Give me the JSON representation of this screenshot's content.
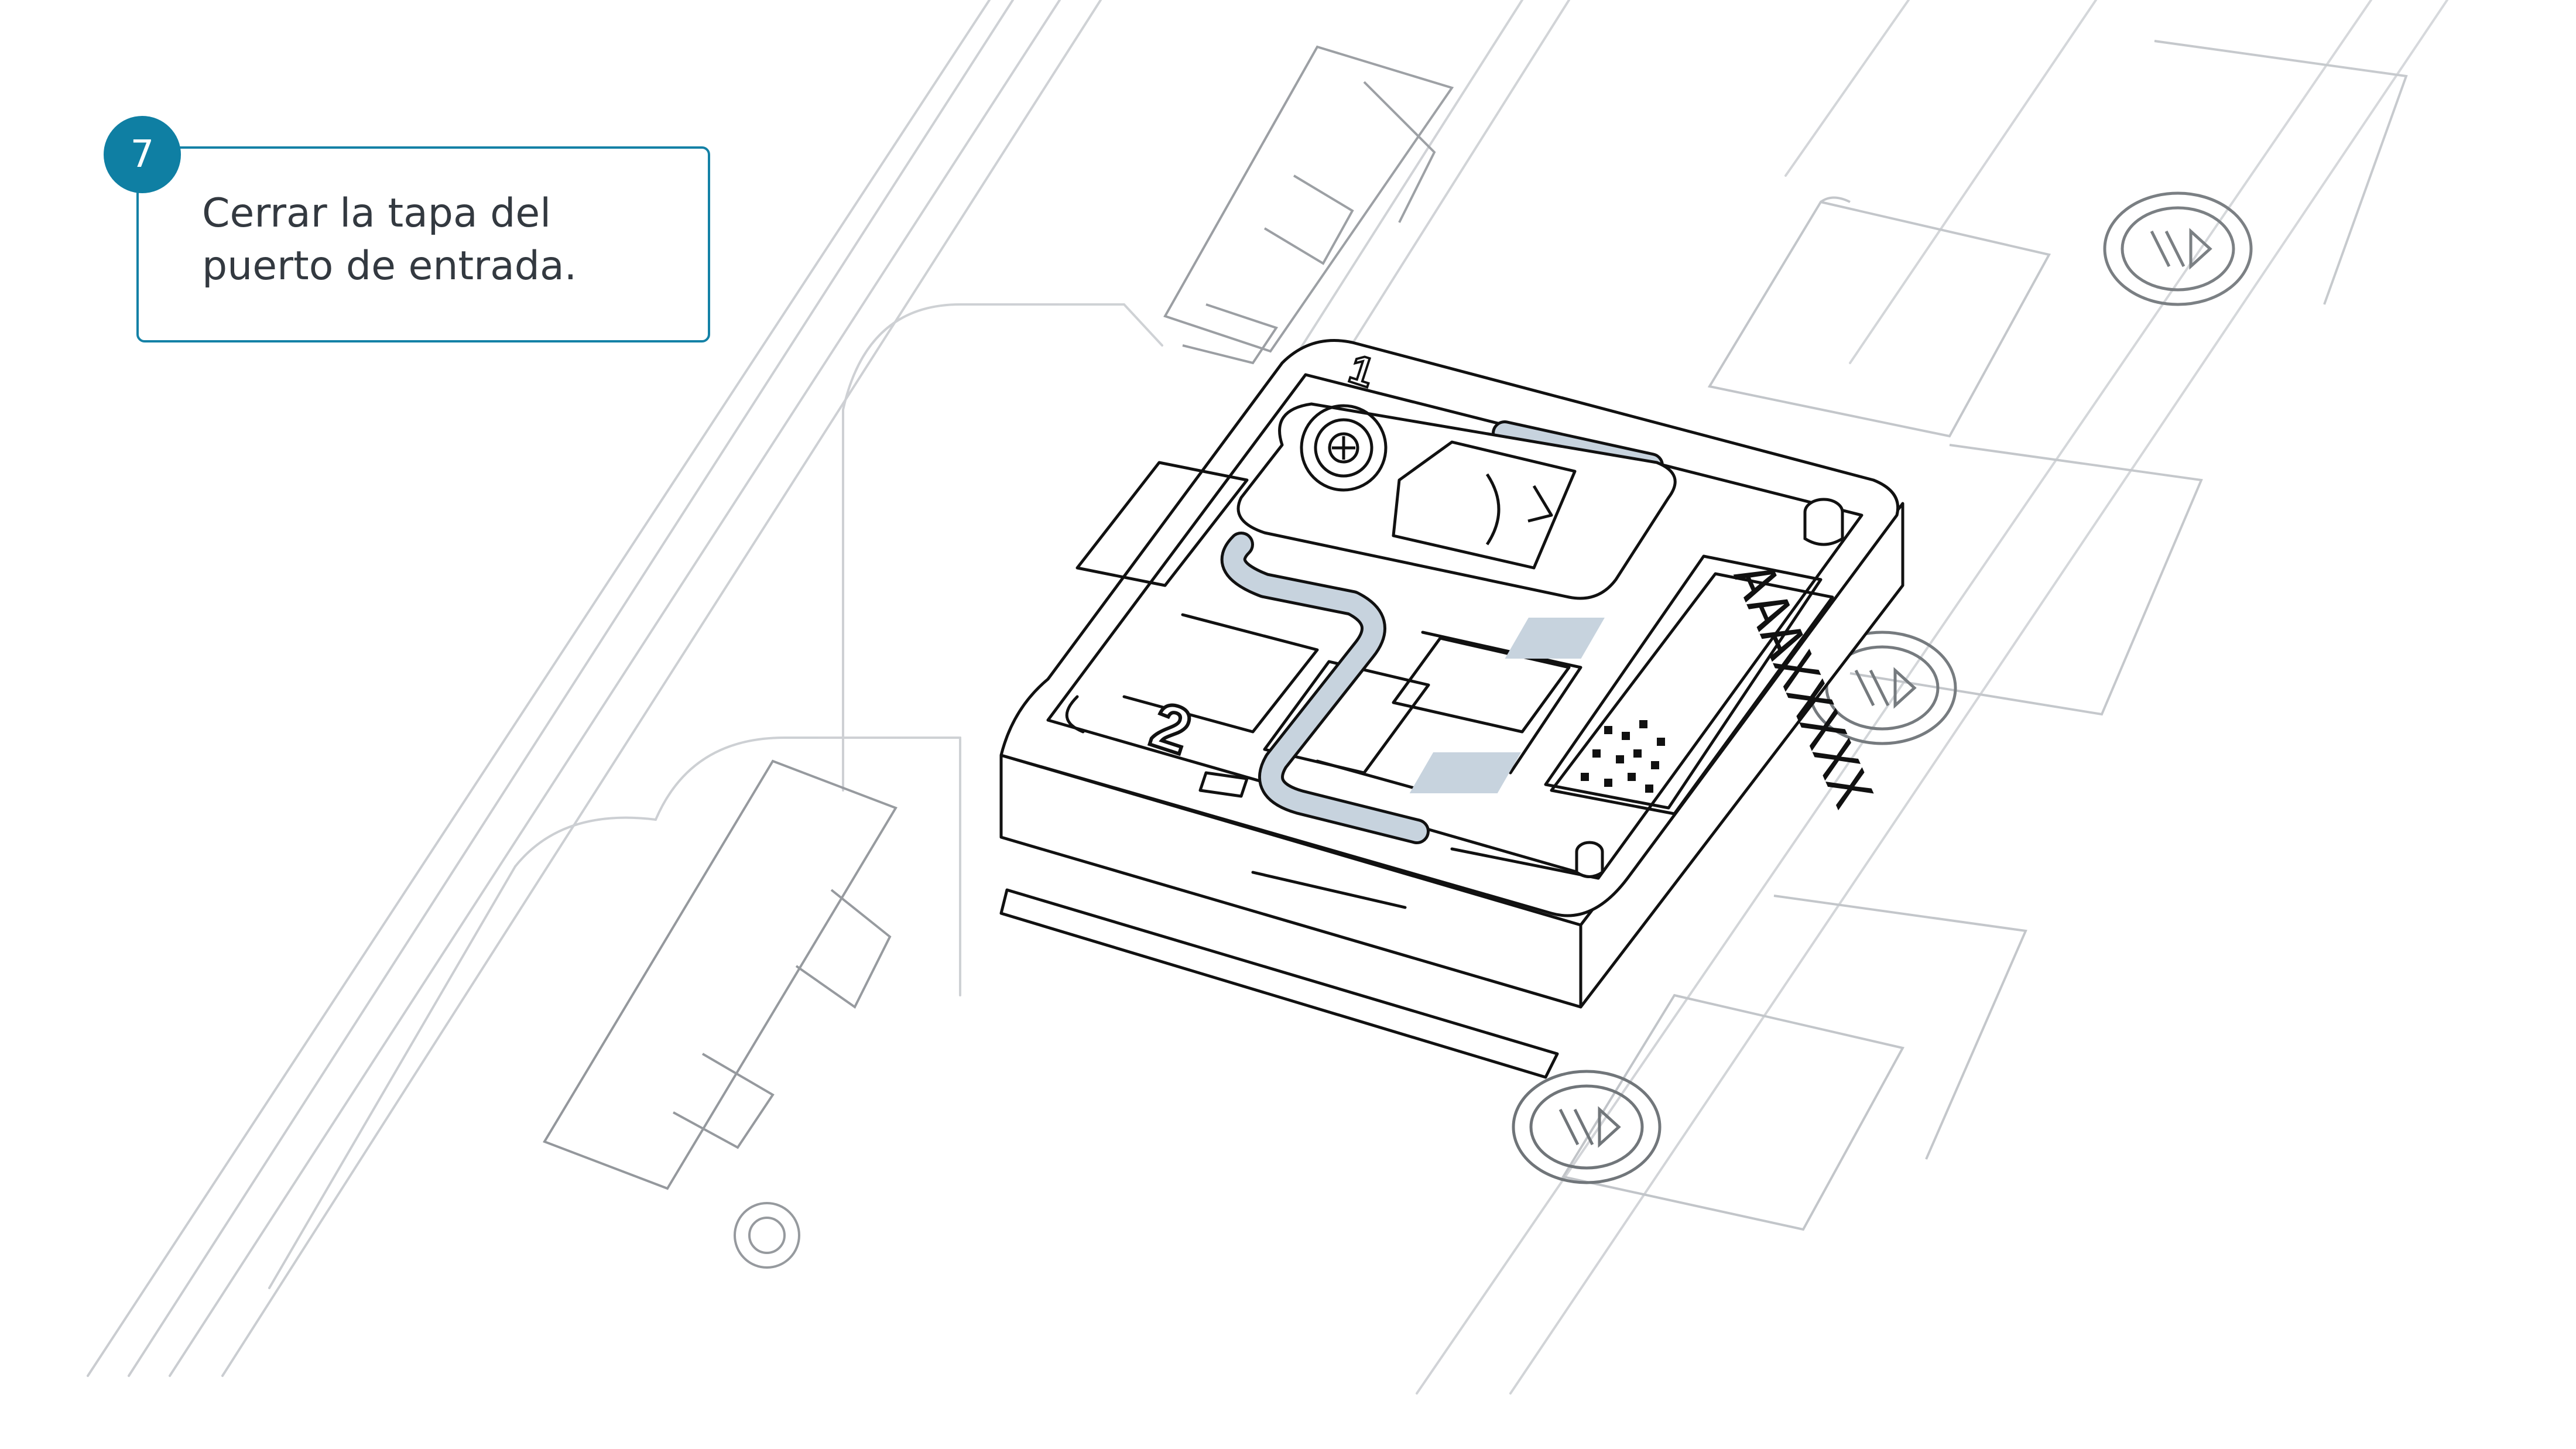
{
  "step": {
    "number": "7",
    "instruction_lines": [
      "Cerrar la tapa del",
      "puerto de entrada."
    ]
  },
  "device_label": {
    "code": "AAAXXXXX",
    "marker_1": "1",
    "marker_2": "2"
  },
  "colors": {
    "accent": "#0f7fa3",
    "card_border": "#1481a6",
    "text": "#333940",
    "line_art": "#111111",
    "faded_line_art": "#c9ccd0",
    "channel_fill": "#c7d3de"
  },
  "icons": {
    "screw": "phillips-screw-icon",
    "seat_buttons": "play-pause-button-icon",
    "airflow": "curved-arrow-icon"
  }
}
